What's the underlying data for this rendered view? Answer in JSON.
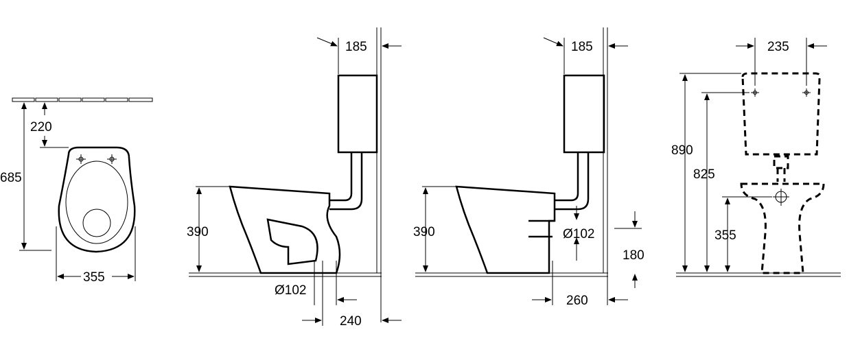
{
  "top_view": {
    "dim_depth": "685",
    "dim_fixing": "220",
    "dim_width": "355"
  },
  "side_view_floor": {
    "dim_tank_wall": "185",
    "dim_height": "390",
    "dim_outlet_dia": "Ø102",
    "dim_outlet_wall": "240"
  },
  "side_view_wall": {
    "dim_tank_wall": "185",
    "dim_height": "390",
    "dim_outlet_dia": "Ø102",
    "dim_outlet_height": "180",
    "dim_outlet_wall": "260"
  },
  "front_view": {
    "dim_tank_holes": "235",
    "dim_total_height": "890",
    "dim_hole_height": "825",
    "dim_seat_height": "355"
  }
}
